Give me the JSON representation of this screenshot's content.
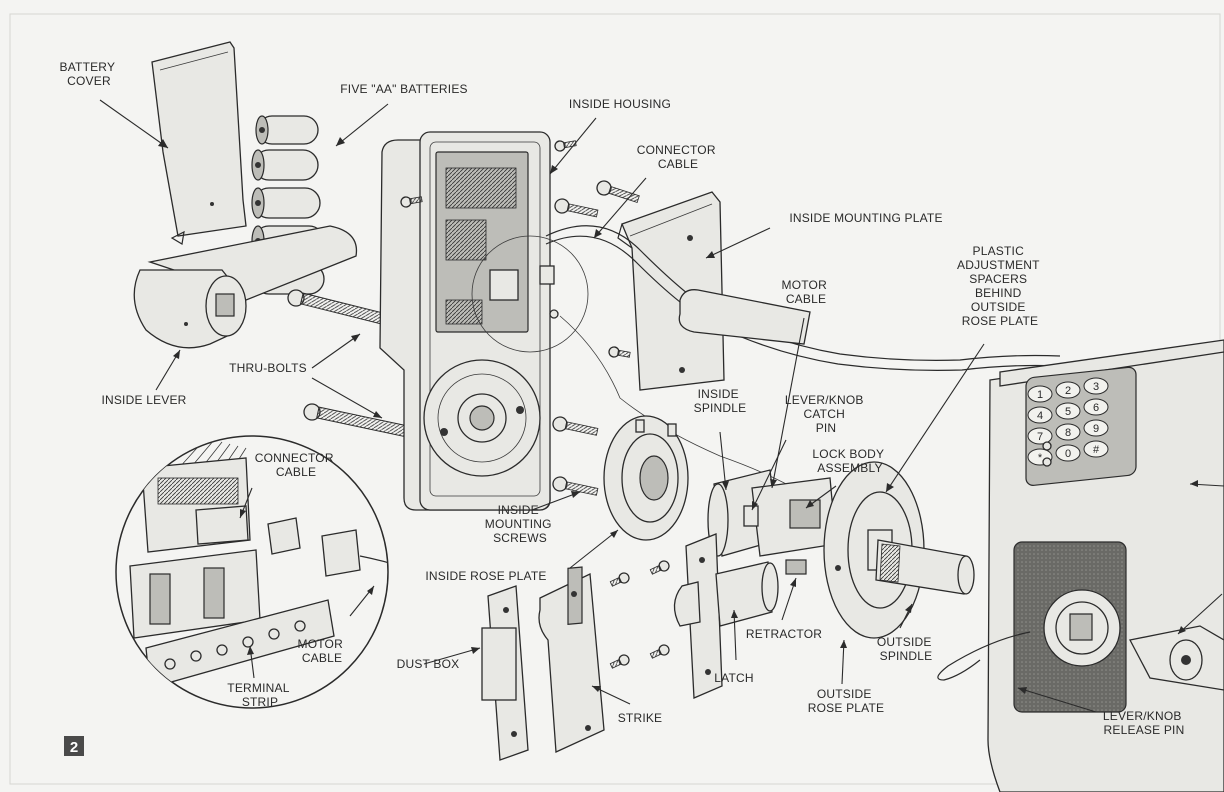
{
  "figure_number": "2",
  "labels": {
    "battery_cover": [
      "BATTERY",
      "COVER"
    ],
    "batteries": "FIVE \"AA\" BATTERIES",
    "inside_housing": "INSIDE HOUSING",
    "connector_cable_top": [
      "CONNECTOR",
      "CABLE"
    ],
    "inside_mounting_plate": "INSIDE MOUNTING PLATE",
    "plastic_spacers": [
      "PLASTIC",
      "ADJUSTMENT",
      "SPACERS",
      "BEHIND",
      "OUTSIDE",
      "ROSE PLATE"
    ],
    "motor_cable_top": [
      "MOTOR",
      "CABLE"
    ],
    "thru_bolts": "THRU-BOLTS",
    "inside_lever": "INSIDE LEVER",
    "inside_spindle": [
      "INSIDE",
      "SPINDLE"
    ],
    "catch_pin": [
      "LEVER/KNOB",
      "CATCH",
      "PIN"
    ],
    "lock_body": [
      "LOCK BODY",
      "ASSEMBLY"
    ],
    "connector_cable_inset": [
      "CONNECTOR",
      "CABLE"
    ],
    "inside_mounting_screws": [
      "INSIDE",
      "MOUNTING",
      "SCREWS"
    ],
    "inside_rose_plate": "INSIDE ROSE PLATE",
    "motor_cable_inset": [
      "MOTOR",
      "CABLE"
    ],
    "terminal_strip": [
      "TERMINAL",
      "STRIP"
    ],
    "dust_box": "DUST BOX",
    "strike": "STRIKE",
    "latch": "LATCH",
    "retractor": "RETRACTOR",
    "outside_spindle": [
      "OUTSIDE",
      "SPINDLE"
    ],
    "outside_rose_plate": [
      "OUTSIDE",
      "ROSE PLATE"
    ],
    "release_pin": [
      "LEVER/KNOB",
      "RELEASE PIN"
    ]
  },
  "keypad_keys": [
    "1",
    "2",
    "3",
    "4",
    "5",
    "6",
    "7",
    "8",
    "9",
    "*",
    "0",
    "#"
  ]
}
